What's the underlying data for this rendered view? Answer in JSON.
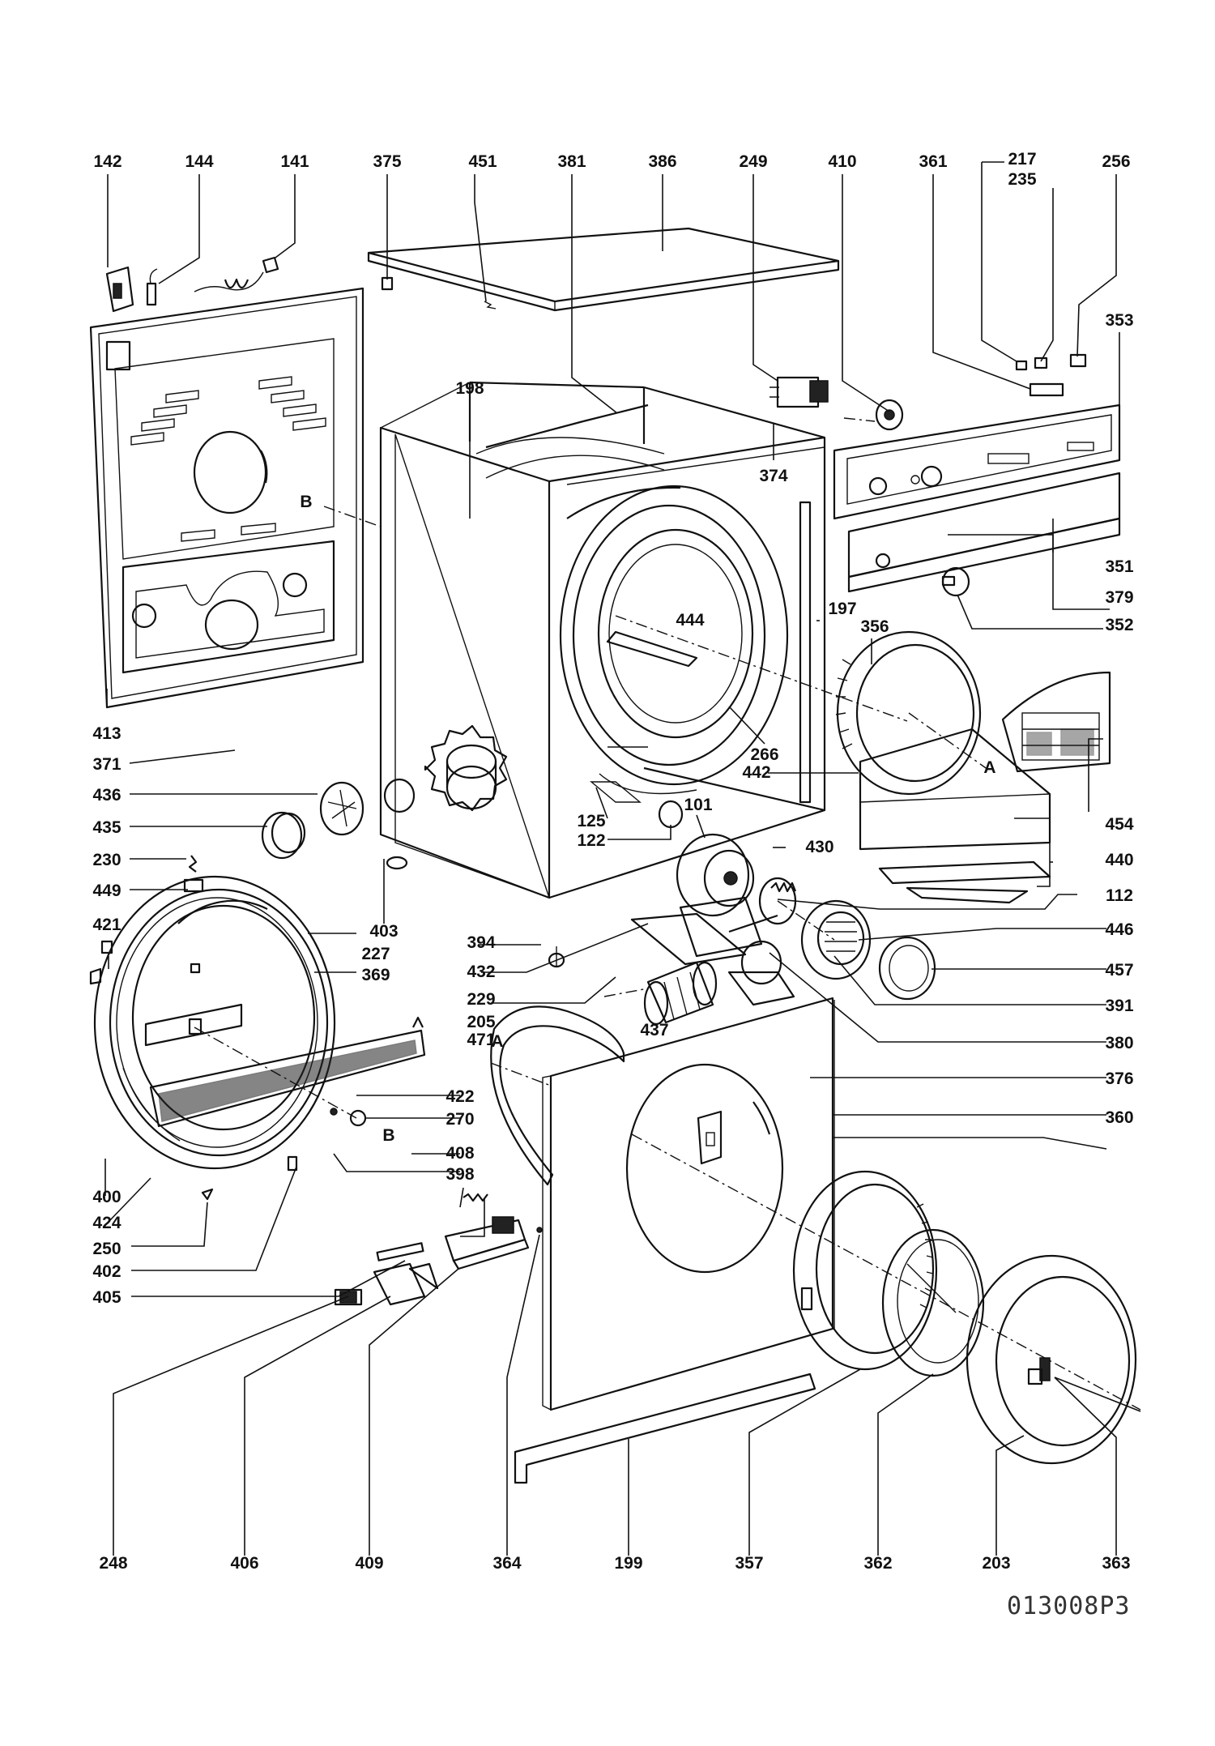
{
  "figure": {
    "reference_code": "013008P3"
  },
  "part_labels": [
    "142",
    "144",
    "141",
    "375",
    "451",
    "381",
    "386",
    "249",
    "410",
    "361",
    "217",
    "235",
    "256",
    "353",
    "198",
    "374",
    "B",
    "444",
    "197",
    "356",
    "413",
    "371",
    "266",
    "442",
    "A",
    "454",
    "436",
    "435",
    "125",
    "122",
    "101",
    "430",
    "440",
    "230",
    "449",
    "421",
    "403",
    "112",
    "446",
    "471",
    "394",
    "227",
    "369",
    "432",
    "457",
    "229",
    "391",
    "205",
    "437",
    "380",
    "A",
    "376",
    "422",
    "270",
    "360",
    "B",
    "408",
    "400",
    "398",
    "424",
    "250",
    "402",
    "405",
    "248",
    "406",
    "409",
    "364",
    "199",
    "357",
    "362",
    "203",
    "363",
    "379",
    "351",
    "352"
  ]
}
